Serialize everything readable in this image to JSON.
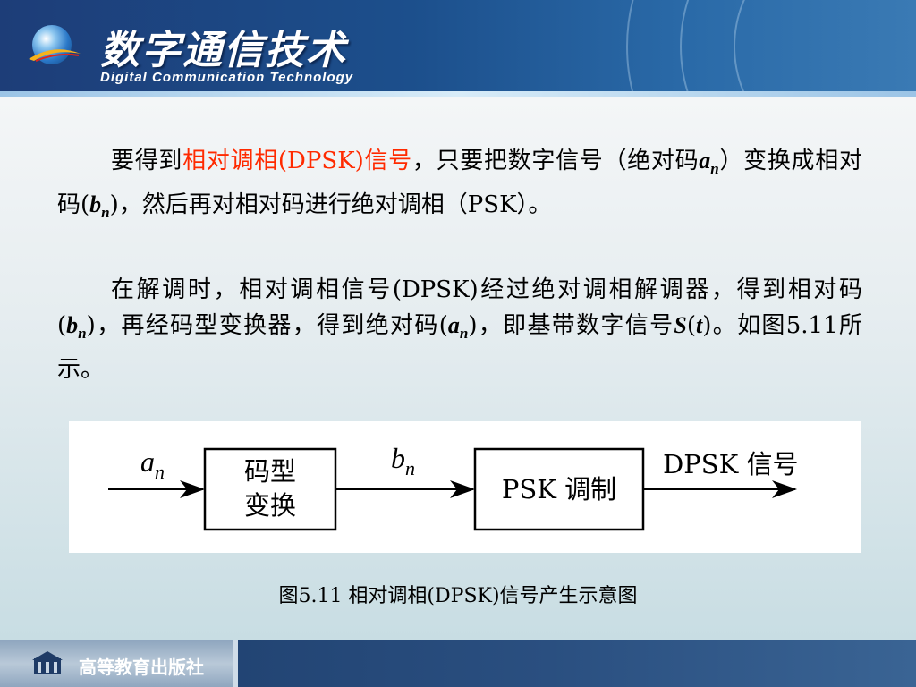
{
  "header": {
    "title_cn": "数字通信技术",
    "title_en": "Digital Communication Technology"
  },
  "paragraph1": {
    "intro": "要得到",
    "highlight": "相对调相(DPSK)信号",
    "rest1": "，只要把数字信号（绝对码",
    "a": "a",
    "n": "n",
    "rest2": "）变换成相对码(",
    "b": "b",
    "rest3": ")，然后再对相对码进行绝对调相（PSK）。"
  },
  "paragraph2": {
    "part1": "在解调时，相对调相信号(DPSK)经过绝对调相解调器，得到相对码(",
    "b": "b",
    "n": "n",
    "part2": ")，再经码型变换器，得到绝对码(",
    "a": "a",
    "part3": ")，即基带数字信号",
    "s": "S",
    "t": "t",
    "part4": "。如图5.11所示。"
  },
  "diagram": {
    "input_label": "a",
    "input_sub": "n",
    "box1_line1": "码型",
    "box1_line2": "变换",
    "mid_label": "b",
    "mid_sub": "n",
    "box2": "PSK 调制",
    "output": "DPSK 信号"
  },
  "caption": "图5.11   相对调相(DPSK)信号产生示意图",
  "footer": {
    "publisher": "高等教育出版社"
  },
  "colors": {
    "highlight": "#ff2a00",
    "header": "#1d3d78"
  }
}
